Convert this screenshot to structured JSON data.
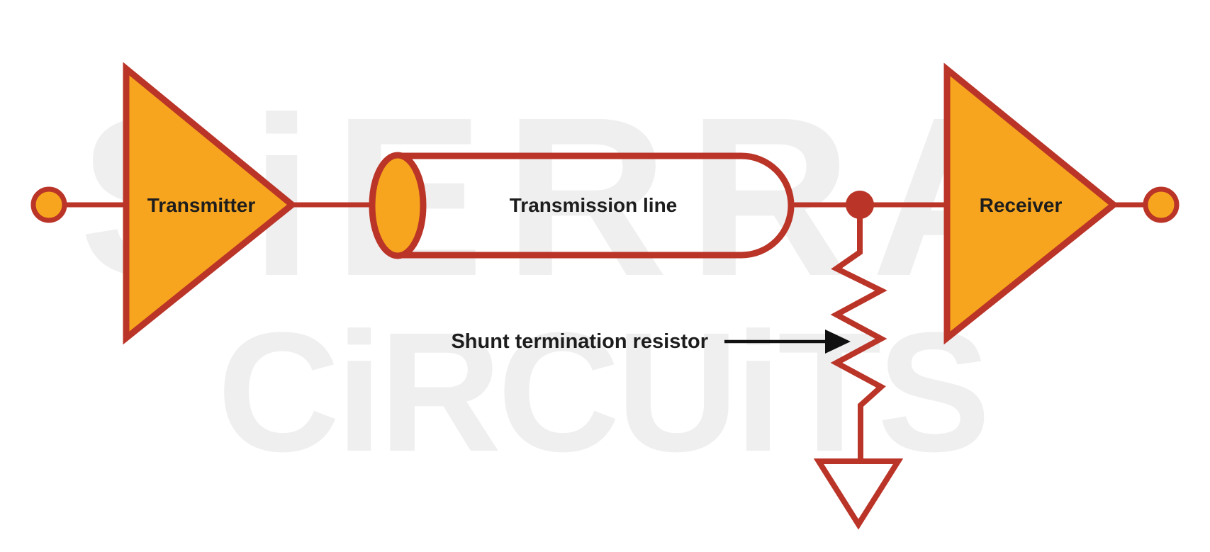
{
  "colors": {
    "background": "#FFFFFF",
    "orange": "#F7A51E",
    "red": "#BA3428",
    "text": "#1D1D1D",
    "arrow": "#111111",
    "watermark": "#EFEFEF"
  },
  "watermark": {
    "line1": "SiERRA",
    "line2": "CiRCUiTS"
  },
  "components": {
    "transmitter": {
      "label": "Transmitter"
    },
    "transmission_line": {
      "label": "Transmission line"
    },
    "receiver": {
      "label": "Receiver"
    },
    "resistor": {
      "annotation": "Shunt termination resistor"
    },
    "ground": {
      "name": "ground-symbol"
    }
  }
}
